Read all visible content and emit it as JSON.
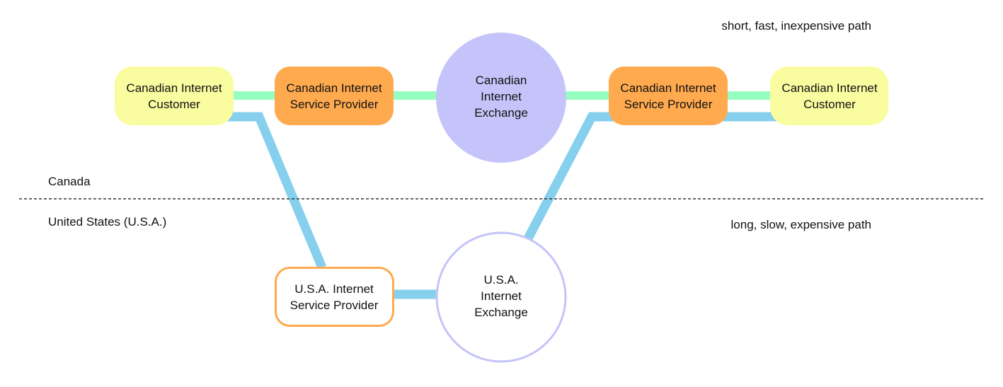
{
  "colors": {
    "customer": "#fafca0",
    "isp": "#ffaa4f",
    "exchange": "#c4c4fa",
    "short_path": "#96ffbf",
    "long_path": "#86d0ee"
  },
  "labels": {
    "short_path": "short, fast, inexpensive path",
    "long_path": "long, slow, expensive path",
    "canada": "Canada",
    "usa": "United States (U.S.A.)"
  },
  "nodes": {
    "customer_left": [
      "Canadian Internet",
      "Customer"
    ],
    "isp_left": [
      "Canadian Internet",
      "Service Provider"
    ],
    "ca_exchange": [
      "Canadian",
      "Internet",
      "Exchange"
    ],
    "isp_right": [
      "Canadian Internet",
      "Service Provider"
    ],
    "customer_right": [
      "Canadian Internet",
      "Customer"
    ],
    "us_isp": [
      "U.S.A. Internet",
      "Service Provider"
    ],
    "us_exchange": [
      "U.S.A.",
      "Internet",
      "Exchange"
    ]
  }
}
